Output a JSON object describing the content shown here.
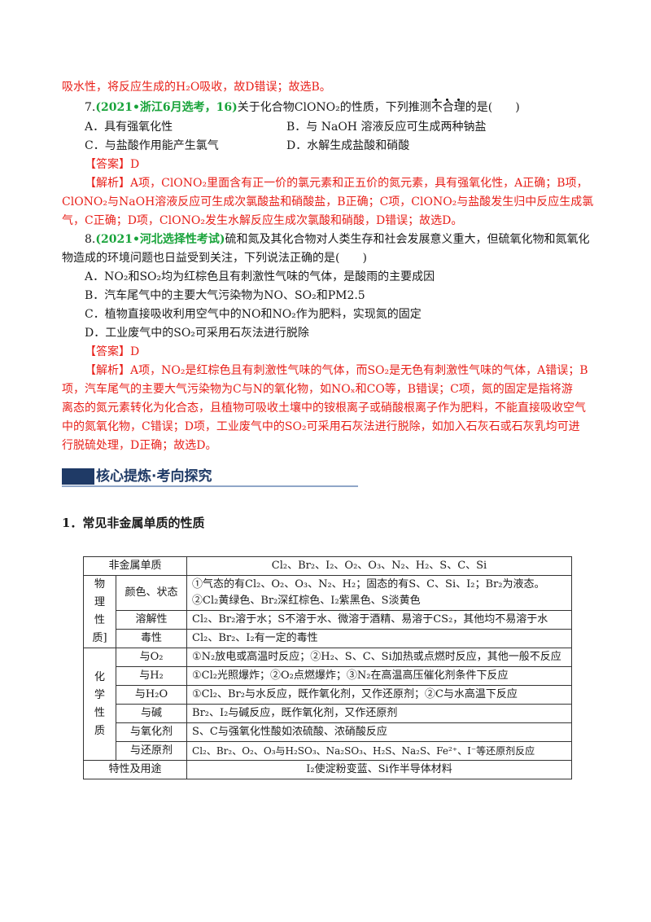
{
  "top_line": "吸水性，将反应生成的H₂O吸收，故D错误；故选B。",
  "q7": {
    "num": "7.",
    "source": "(2021•浙江6月选考，16)",
    "stem": "关于化合物ClONO₂的性质，下列推测",
    "stem_emph": "不合理",
    "stem_end": "的是(　　)",
    "options": [
      "A．具有强氧化性",
      "B．与 NaOH 溶液反应可生成两种钠盐",
      "C．与盐酸作用能产生氯气",
      "D．水解生成盐酸和硝酸"
    ],
    "answer": "【答案】D",
    "analysis": [
      "【解析】A项，ClONO₂里面含有正一价的氯元素和正五价的氮元素，具有强氧化性，A正确；B项，",
      "ClONO₂与NaOH溶液反应可生成次氯酸盐和硝酸盐，B正确；C项，ClONO₂与盐酸发生归中反应生成氯",
      "气，C正确；D项，ClONO₂发生水解反应生成次氯酸和硝酸，D错误；故选D。"
    ]
  },
  "q8": {
    "num": "8.",
    "source": "(2021•河北选择性考试)",
    "stem": "硫和氮及其化合物对人类生存和社会发展意义重大，但硫氧化物和氮氧化",
    "stem2": "物造成的环境问题也日益受到关注，下列说法正确的是(　　)",
    "options": [
      "A．NO₂和SO₂均为红棕色且有刺激性气味的气体，是酸雨的主要成因",
      "B．汽车尾气中的主要大气污染物为NO、SO₂和PM2.5",
      "C．植物直接吸收利用空气中的NO和NO₂作为肥料，实现氮的固定",
      "D．工业废气中的SO₂可采用石灰法进行脱除"
    ],
    "answer": "【答案】D",
    "analysis": [
      "【解析】A项，NO₂是红棕色且有刺激性气味的气体，而SO₂是无色有刺激性气味的气体，A错误；B",
      "项，汽车尾气的主要大气污染物为C与N的氧化物，如NOₓ和CO等，B错误；C项，氮的固定是指将游",
      "离态的氮元素转化为化合态，且植物可吸收土壤中的铵根离子或硝酸根离子作为肥料，不能直接吸收空气",
      "中的氮氧化物，C错误；D项，工业废气中的SO₂可采用石灰法进行脱除，如加入石灰石或石灰乳均可进",
      "行脱硫处理，D正确；故选D。"
    ]
  },
  "banner_title": "核心提炼·考向探究",
  "section_title": "1．常见非金属单质的性质",
  "table": {
    "header": [
      "非金属单质",
      "Cl₂、Br₂、I₂、O₂、O₃、N₂、H₂、S、C、Si"
    ],
    "phys_label": [
      "物",
      "理",
      "性",
      "质]"
    ],
    "chem_label": [
      "化",
      "学",
      "性",
      "质"
    ],
    "phys_rows": [
      {
        "k": "颜色、状态",
        "v": "①气态的有Cl₂、O₂、O₃、N₂、H₂；固态的有S、C、Si、I₂；Br₂为液态。②Cl₂黄绿色、Br₂深红棕色、I₂紫黑色、S淡黄色"
      },
      {
        "k": "溶解性",
        "v": "Cl₂、Br₂溶于水；S不溶于水、微溶于酒精、易溶于CS₂，其他均不易溶于水"
      },
      {
        "k": "毒性",
        "v": "Cl₂、Br₂、I₂有一定的毒性"
      }
    ],
    "chem_rows": [
      {
        "k": "与O₂",
        "v": "①N₂放电或高温时反应；②H₂、S、C、Si加热或点燃时反应，其他一般不反应"
      },
      {
        "k": "与H₂",
        "v": "①Cl₂光照爆炸；②O₂点燃爆炸；③N₂在高温高压催化剂条件下反应"
      },
      {
        "k": "与H₂O",
        "v": "①Cl₂、Br₂与水反应，既作氧化剂，又作还原剂；②C与水高温下反应"
      },
      {
        "k": "与碱",
        "v": "Br₂、I₂与碱反应，既作氧化剂，又作还原剂"
      },
      {
        "k": "与氧化剂",
        "v": "S、C与强氧化性酸如浓硫酸、浓硝酸反应"
      },
      {
        "k": "与还原剂",
        "v": "Cl₂、Br₂、O₂、O₃与H₂SO₃、Na₂SO₃、H₂S、Na₂S、Fe²⁺、I⁻等还原剂反应"
      }
    ],
    "footer": [
      "特性及用途",
      "I₂使淀粉变蓝、Si作半导体材料"
    ]
  }
}
